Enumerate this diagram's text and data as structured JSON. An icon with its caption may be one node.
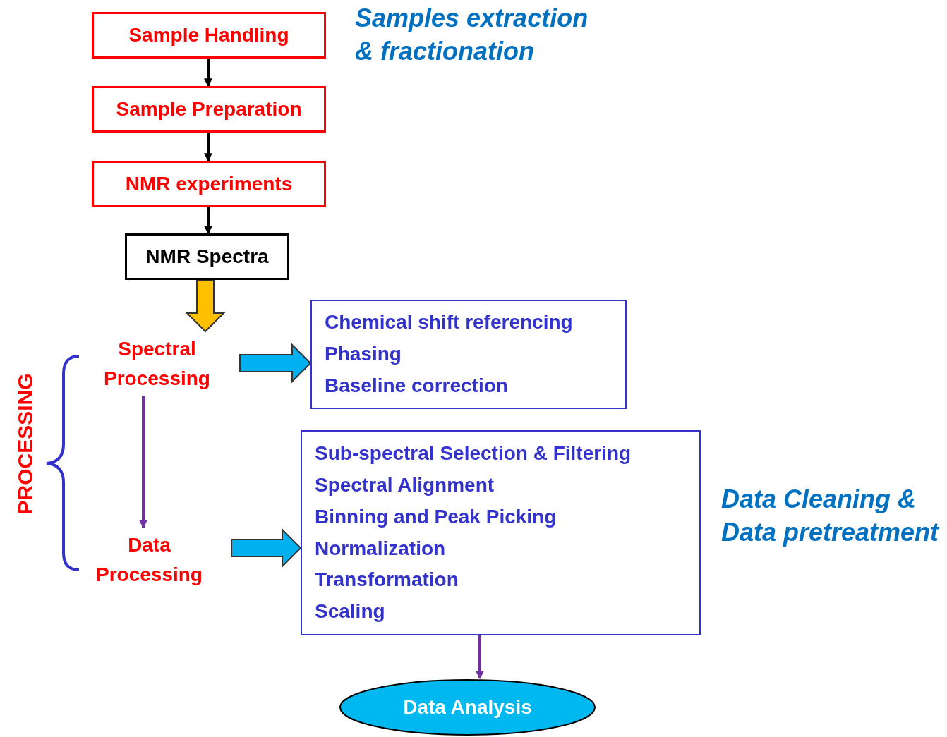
{
  "diagram": {
    "nodes": [
      {
        "text": [
          "Sample Handling"
        ]
      },
      {
        "text": [
          "Sample Preparation"
        ]
      },
      {
        "text": [
          "NMR experiments"
        ]
      },
      {
        "text": [
          "NMR Spectra"
        ]
      },
      {
        "text": [
          "Spectral Processing"
        ]
      },
      {
        "text": [
          "Chemical shift referencing",
          "Phasing",
          "Baseline correction"
        ]
      },
      {
        "text": [
          "Data Processing"
        ]
      },
      {
        "text": [
          "Sub-spectral Selection & Filtering",
          "Spectral Alignment",
          "Binning and Peak Picking",
          "Normalization",
          "Transformation",
          "Scaling"
        ]
      },
      {
        "text": [
          "Data Analysis"
        ]
      }
    ],
    "edges": [
      {
        "from": 0,
        "to": 1,
        "arrow": "to"
      },
      {
        "from": 1,
        "to": 2,
        "arrow": "to"
      },
      {
        "from": 2,
        "to": 3,
        "arrow": "to"
      },
      {
        "from": 3,
        "to": 4,
        "arrow": "to",
        "style": "thick",
        "color": "#ffc000"
      },
      {
        "from": 4,
        "to": 5,
        "arrow": "to",
        "style": "thick",
        "color": "#00b0f0"
      },
      {
        "from": 4,
        "to": 6,
        "arrow": "to",
        "color": "#7030a0"
      },
      {
        "from": 6,
        "to": 7,
        "arrow": "to",
        "style": "thick",
        "color": "#00b0f0"
      },
      {
        "from": 7,
        "to": 8,
        "arrow": "to",
        "color": "#7030a0"
      }
    ],
    "labels": [
      "Samples extraction & fractionation",
      "PROCESSING",
      "Data Cleaning & Data pretreatment"
    ]
  }
}
